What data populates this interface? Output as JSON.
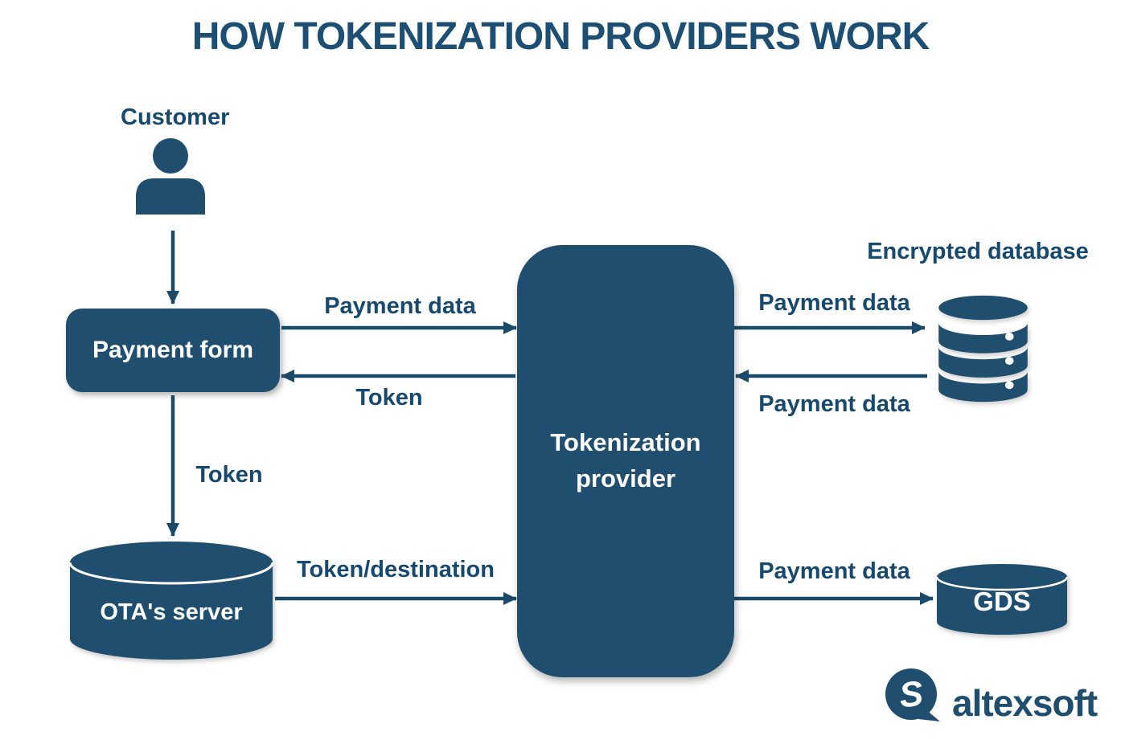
{
  "title": "HOW TOKENIZATION PROVIDERS WORK",
  "colors": {
    "node_fill": "#1f4e6f",
    "label_text": "#17496e",
    "arrow": "#1b4a69",
    "node_text": "#ffffff",
    "background": "#ffffff"
  },
  "nodes": {
    "customer": {
      "label": "Customer"
    },
    "payment_form": {
      "label": "Payment form"
    },
    "tokenization_provider": {
      "label": "Tokenization provider"
    },
    "ota_server": {
      "label": "OTA's server"
    },
    "encrypted_database": {
      "label": "Encrypted database"
    },
    "gds": {
      "label": "GDS"
    }
  },
  "edges": {
    "payment_form_to_provider": {
      "label": "Payment data"
    },
    "provider_to_payment_form": {
      "label": "Token"
    },
    "payment_form_to_ota_server": {
      "label": "Token"
    },
    "ota_server_to_provider": {
      "label": "Token/destination"
    },
    "provider_to_encrypted_database": {
      "label": "Payment data"
    },
    "encrypted_database_to_provider": {
      "label": "Payment data"
    },
    "provider_to_gds": {
      "label": "Payment data"
    }
  },
  "branding": {
    "logo_text": "altexsoft",
    "logo_mark": "S"
  }
}
